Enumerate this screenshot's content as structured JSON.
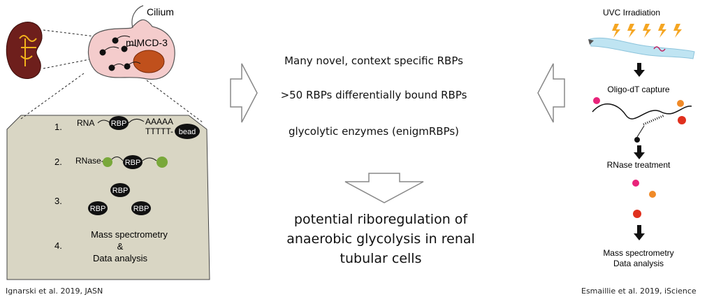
{
  "left_panel": {
    "cilium_label": "Cilium",
    "cell_label": "mIMCD-3",
    "steps": [
      {
        "num": "1.",
        "rna": "RNA",
        "rbp": "RBP",
        "polyA": "AAAAA",
        "polyT": "TTTTT-",
        "bead": "bead"
      },
      {
        "num": "2.",
        "rnase": "RNase-",
        "rbp": "RBP"
      },
      {
        "num": "3.",
        "rbp_a": "RBP",
        "rbp_b": "RBP",
        "rbp_c": "RBP"
      },
      {
        "num": "4.",
        "line1": "Mass spectrometry",
        "line2": "&",
        "line3": "Data analysis"
      }
    ],
    "citation": "Ignarski et al. 2019, JASN"
  },
  "middle": {
    "findings": [
      "Many novel, context specific RBPs",
      ">50 RBPs differentially bound RBPs",
      "glycolytic enzymes (enigmRBPs)"
    ],
    "conclusion": [
      "potential riboregulation of",
      "anaerobic glycolysis in renal",
      "tubular cells"
    ]
  },
  "right_panel": {
    "steps": [
      "UVC Irradiation",
      "Oligo-dT capture",
      "RNase treatment"
    ],
    "final_line1": "Mass spectrometry",
    "final_line2": "Data analysis",
    "citation": "Esmaillie et al. 2019, iScience"
  },
  "colors": {
    "panel_bg": "#d9d6c4",
    "kidney": "#6e1f1c",
    "cell": "#f4cccc",
    "nucleus": "#c0501c",
    "rnase": "#79a83a",
    "magenta": "#e8237a",
    "orange": "#f08a28",
    "red": "#e0301e",
    "worm": "#bfe4f2"
  }
}
